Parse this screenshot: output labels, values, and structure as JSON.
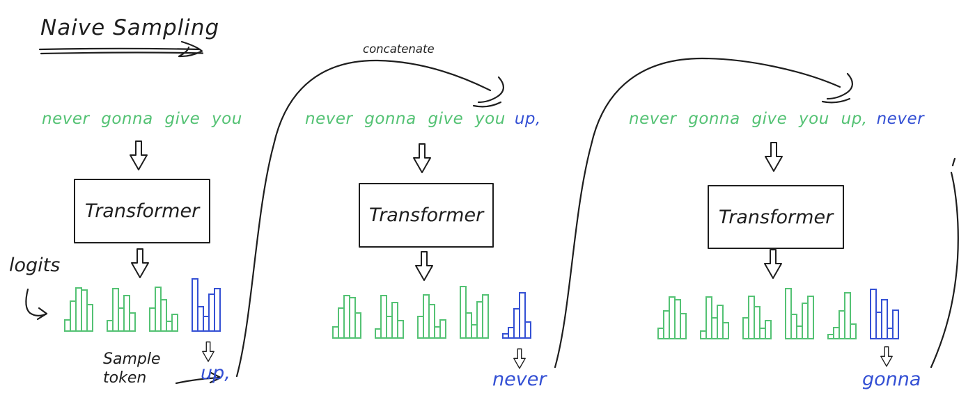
{
  "title": {
    "text": "Naive Sampling"
  },
  "colors": {
    "ink": "#1e1e1e",
    "green": "#54c274",
    "blue": "#3450d4"
  },
  "labels": {
    "concatenate": "concatenate",
    "logits": "logits",
    "sample_line1": "Sample",
    "sample_line2": "token"
  },
  "panels": [
    {
      "input_segments": [
        {
          "text": "never gonna give you",
          "color": "green"
        }
      ],
      "transformer": "Transformer",
      "sampled_token": "up,",
      "histograms": [
        {
          "color": "green",
          "bars": [
            18,
            45,
            64,
            61,
            40
          ]
        },
        {
          "color": "green",
          "bars": [
            17,
            63,
            35,
            53,
            28
          ]
        },
        {
          "color": "green",
          "bars": [
            35,
            65,
            47,
            16,
            26
          ]
        },
        {
          "color": "blue",
          "bars": [
            77,
            37,
            23,
            55,
            63
          ]
        }
      ]
    },
    {
      "input_segments": [
        {
          "text": "never gonna give you",
          "color": "green"
        },
        {
          "text": "up,",
          "color": "blue"
        }
      ],
      "transformer": "Transformer",
      "sampled_token": "never",
      "histograms": [
        {
          "color": "green",
          "bars": [
            18,
            45,
            63,
            60,
            38
          ]
        },
        {
          "color": "green",
          "bars": [
            15,
            63,
            33,
            53,
            27
          ]
        },
        {
          "color": "green",
          "bars": [
            33,
            64,
            50,
            18,
            28
          ]
        },
        {
          "color": "green",
          "bars": [
            76,
            38,
            21,
            54,
            64
          ]
        },
        {
          "color": "blue",
          "bars": [
            8,
            17,
            44,
            67,
            25
          ]
        }
      ]
    },
    {
      "input_segments": [
        {
          "text": "never gonna give you up,",
          "color": "green"
        },
        {
          "text": "never",
          "color": "blue"
        }
      ],
      "transformer": "Transformer",
      "sampled_token": "gonna",
      "histograms": [
        {
          "color": "green",
          "bars": [
            17,
            42,
            62,
            58,
            38
          ]
        },
        {
          "color": "green",
          "bars": [
            13,
            62,
            32,
            50,
            25
          ]
        },
        {
          "color": "green",
          "bars": [
            32,
            63,
            48,
            17,
            28
          ]
        },
        {
          "color": "green",
          "bars": [
            74,
            37,
            20,
            53,
            63
          ]
        },
        {
          "color": "green",
          "bars": [
            8,
            18,
            42,
            68,
            23
          ]
        },
        {
          "color": "blue",
          "bars": [
            73,
            40,
            58,
            17,
            43
          ]
        }
      ]
    }
  ]
}
